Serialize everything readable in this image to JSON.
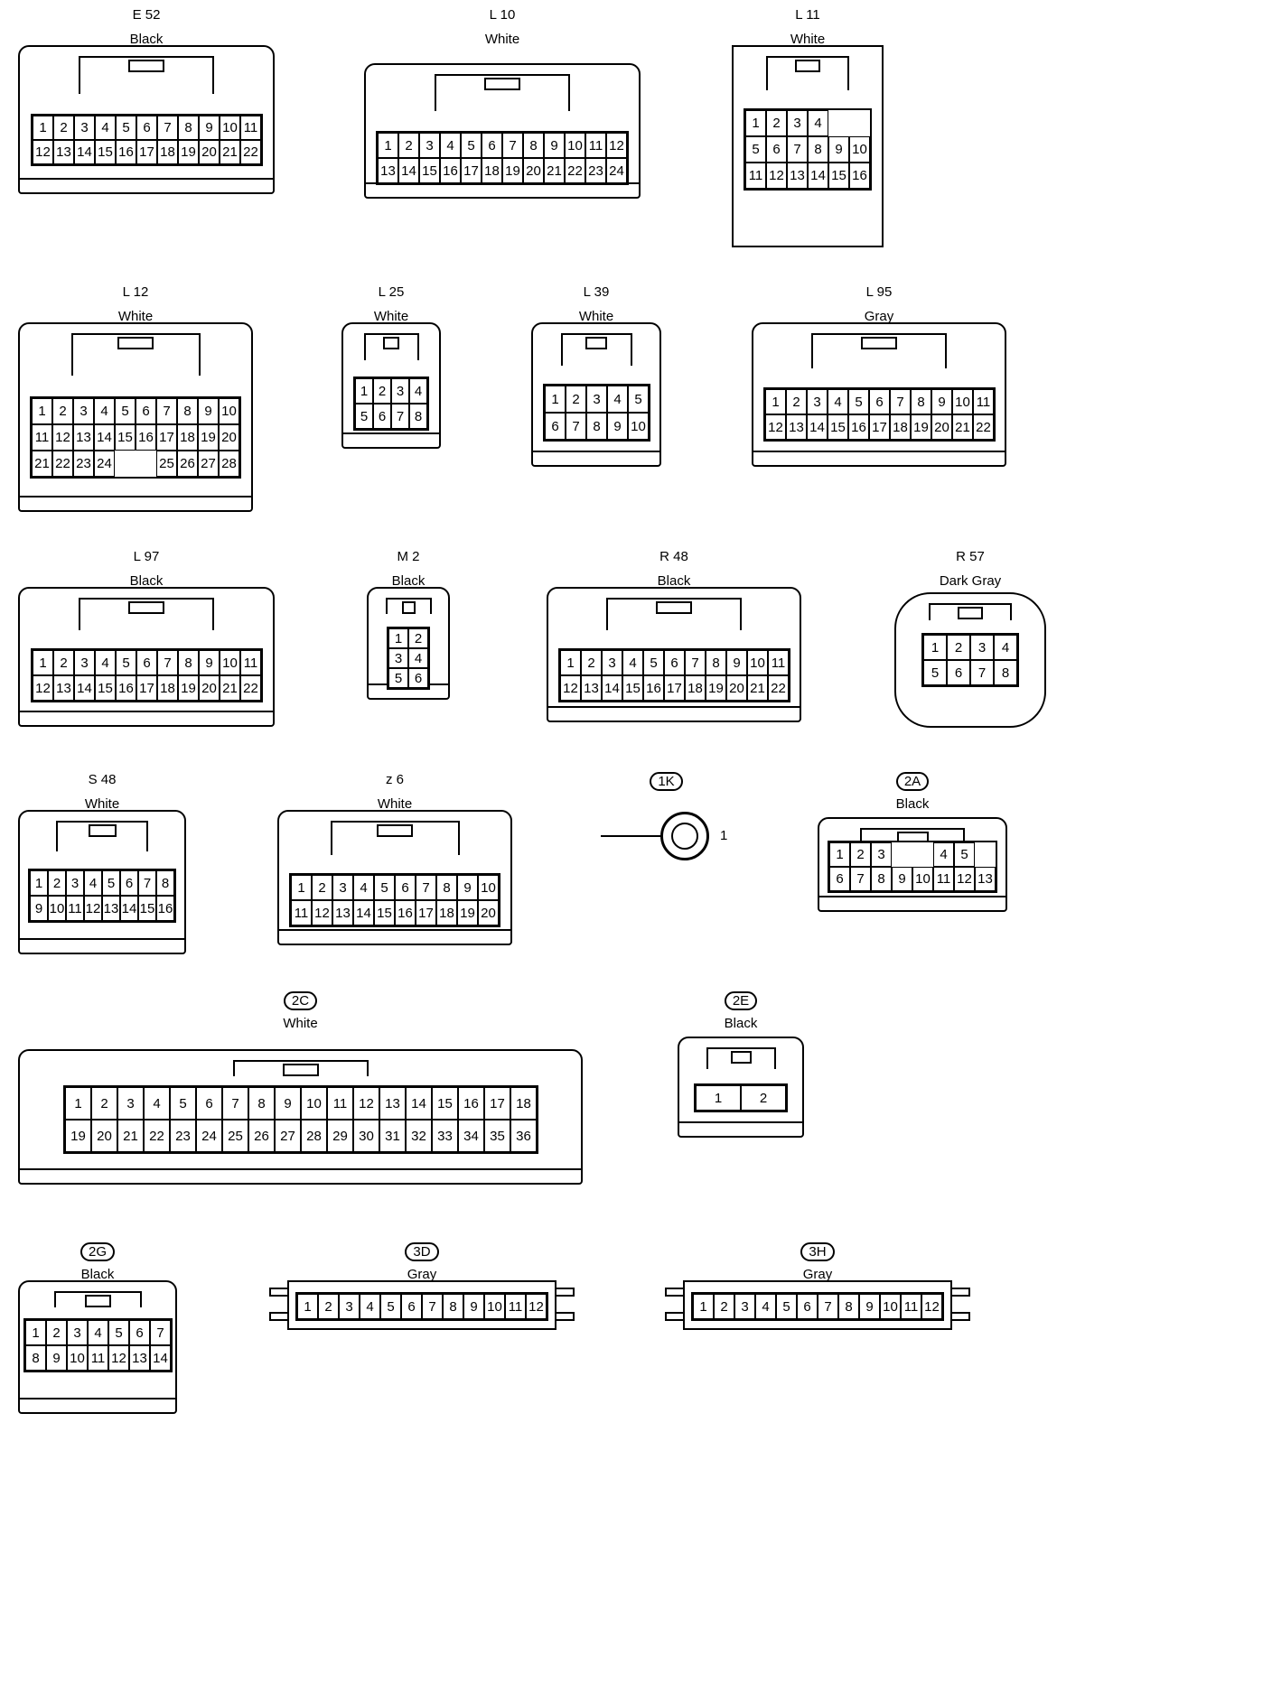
{
  "connectors": [
    {
      "id": "e52",
      "code": "E 52",
      "color": "Black",
      "pins": [
        [
          "1",
          "2",
          "3",
          "4",
          "5",
          "6",
          "7",
          "8",
          "9",
          "10",
          "11"
        ],
        [
          "12",
          "13",
          "14",
          "15",
          "16",
          "17",
          "18",
          "19",
          "20",
          "21",
          "22"
        ]
      ]
    },
    {
      "id": "l10",
      "code": "L 10",
      "color": "White",
      "pins": [
        [
          "1",
          "2",
          "3",
          "4",
          "5",
          "6",
          "7",
          "8",
          "9",
          "10",
          "11",
          "12"
        ],
        [
          "13",
          "14",
          "15",
          "16",
          "17",
          "18",
          "19",
          "20",
          "21",
          "22",
          "23",
          "24"
        ]
      ]
    },
    {
      "id": "l11",
      "code": "L 11",
      "color": "White",
      "pins": [
        [
          "1",
          "2",
          "3",
          "4"
        ],
        [
          "5",
          "6",
          "7",
          "8",
          "9",
          "10"
        ],
        [
          "11",
          "12",
          "13",
          "14",
          "15",
          "16"
        ]
      ]
    },
    {
      "id": "l12",
      "code": "L 12",
      "color": "White",
      "pins": [
        [
          "1",
          "2",
          "3",
          "4",
          "5",
          "6",
          "7",
          "8",
          "9",
          "10"
        ],
        [
          "11",
          "12",
          "13",
          "14",
          "15",
          "16",
          "17",
          "18",
          "19",
          "20"
        ],
        [
          "21",
          "22",
          "23",
          "24",
          "",
          "",
          "25",
          "26",
          "27",
          "28"
        ]
      ]
    },
    {
      "id": "l25",
      "code": "L 25",
      "color": "White",
      "pins": [
        [
          "1",
          "2",
          "3",
          "4"
        ],
        [
          "5",
          "6",
          "7",
          "8"
        ]
      ]
    },
    {
      "id": "l39",
      "code": "L 39",
      "color": "White",
      "pins": [
        [
          "1",
          "2",
          "3",
          "4",
          "5"
        ],
        [
          "6",
          "7",
          "8",
          "9",
          "10"
        ]
      ]
    },
    {
      "id": "l95",
      "code": "L 95",
      "color": "Gray",
      "pins": [
        [
          "1",
          "2",
          "3",
          "4",
          "5",
          "6",
          "7",
          "8",
          "9",
          "10",
          "11"
        ],
        [
          "12",
          "13",
          "14",
          "15",
          "16",
          "17",
          "18",
          "19",
          "20",
          "21",
          "22"
        ]
      ]
    },
    {
      "id": "l97",
      "code": "L 97",
      "color": "Black",
      "pins": [
        [
          "1",
          "2",
          "3",
          "4",
          "5",
          "6",
          "7",
          "8",
          "9",
          "10",
          "11"
        ],
        [
          "12",
          "13",
          "14",
          "15",
          "16",
          "17",
          "18",
          "19",
          "20",
          "21",
          "22"
        ]
      ]
    },
    {
      "id": "m2",
      "code": "M 2",
      "color": "Black",
      "pins": [
        [
          "1",
          "2"
        ],
        [
          "3",
          "4"
        ],
        [
          "5",
          "6"
        ]
      ]
    },
    {
      "id": "r48",
      "code": "R 48",
      "color": "Black",
      "pins": [
        [
          "1",
          "2",
          "3",
          "4",
          "5",
          "6",
          "7",
          "8",
          "9",
          "10",
          "11"
        ],
        [
          "12",
          "13",
          "14",
          "15",
          "16",
          "17",
          "18",
          "19",
          "20",
          "21",
          "22"
        ]
      ]
    },
    {
      "id": "r57",
      "code": "R 57",
      "color": "Dark Gray",
      "pins": [
        [
          "1",
          "2",
          "3",
          "4"
        ],
        [
          "5",
          "6",
          "7",
          "8"
        ]
      ]
    },
    {
      "id": "s48",
      "code": "S 48",
      "color": "White",
      "pins": [
        [
          "1",
          "2",
          "3",
          "4",
          "5",
          "6",
          "7",
          "8"
        ],
        [
          "9",
          "10",
          "11",
          "12",
          "13",
          "14",
          "15",
          "16"
        ]
      ]
    },
    {
      "id": "z6",
      "code": "z 6",
      "color": "White",
      "pins": [
        [
          "1",
          "2",
          "3",
          "4",
          "5",
          "6",
          "7",
          "8",
          "9",
          "10"
        ],
        [
          "11",
          "12",
          "13",
          "14",
          "15",
          "16",
          "17",
          "18",
          "19",
          "20"
        ]
      ]
    },
    {
      "id": "1k",
      "code": "1K",
      "color": "",
      "terminal": "1"
    },
    {
      "id": "2a",
      "code": "2A",
      "color": "Black",
      "pins": [
        [
          "1",
          "2",
          "3",
          "",
          "",
          "4",
          "5"
        ],
        [
          "6",
          "7",
          "8",
          "9",
          "10",
          "11",
          "12",
          "13"
        ]
      ]
    },
    {
      "id": "2c",
      "code": "2C",
      "color": "White",
      "pins": [
        [
          "1",
          "2",
          "3",
          "4",
          "5",
          "6",
          "7",
          "8",
          "9",
          "10",
          "11",
          "12",
          "13",
          "14",
          "15",
          "16",
          "17",
          "18"
        ],
        [
          "19",
          "20",
          "21",
          "22",
          "23",
          "24",
          "25",
          "26",
          "27",
          "28",
          "29",
          "30",
          "31",
          "32",
          "33",
          "34",
          "35",
          "36"
        ]
      ]
    },
    {
      "id": "2e",
      "code": "2E",
      "color": "Black",
      "pins": [
        [
          "1",
          "2"
        ]
      ]
    },
    {
      "id": "2g",
      "code": "2G",
      "color": "Black",
      "pins": [
        [
          "1",
          "2",
          "3",
          "4",
          "5",
          "6",
          "7"
        ],
        [
          "8",
          "9",
          "10",
          "11",
          "12",
          "13",
          "14"
        ]
      ]
    },
    {
      "id": "3d",
      "code": "3D",
      "color": "Gray",
      "pins": [
        [
          "1",
          "2",
          "3",
          "4",
          "5",
          "6",
          "7",
          "8",
          "9",
          "10",
          "11",
          "12"
        ]
      ]
    },
    {
      "id": "3h",
      "code": "3H",
      "color": "Gray",
      "pins": [
        [
          "1",
          "2",
          "3",
          "4",
          "5",
          "6",
          "7",
          "8",
          "9",
          "10",
          "11",
          "12"
        ]
      ]
    }
  ]
}
